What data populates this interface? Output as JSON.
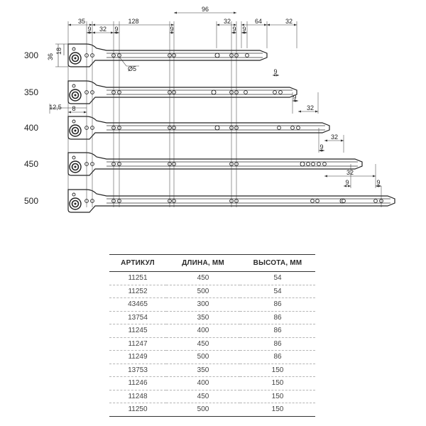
{
  "drawing": {
    "rail_lengths": [
      "300",
      "350",
      "400",
      "450",
      "500"
    ],
    "dimensions": {
      "top_35": "35",
      "top_128": "128",
      "top_96": "96",
      "top_32_a": "32",
      "top_64": "64",
      "top_32_b": "32",
      "top_9_a": "9",
      "top_32_c": "32",
      "top_9_b": "9",
      "top_9_c": "9",
      "top_9_d": "9",
      "top_9_e": "9",
      "left_36": "36",
      "left_18": "18",
      "hole_diameter": "Ø5",
      "left_8": "8",
      "left_12_5": "12,5",
      "r300_9": "9",
      "r350_9": "9",
      "r350_32": "32",
      "r400_9": "9",
      "r400_32": "32",
      "r450_9": "9",
      "r450_32": "32",
      "r500_9": "9"
    }
  },
  "table": {
    "headers": [
      "АРТИКУЛ",
      "ДЛИНА, ММ",
      "ВЫСОТА, ММ"
    ],
    "rows": [
      [
        "11251",
        "450",
        "54"
      ],
      [
        "11252",
        "500",
        "54"
      ],
      [
        "43465",
        "300",
        "86"
      ],
      [
        "13754",
        "350",
        "86"
      ],
      [
        "11245",
        "400",
        "86"
      ],
      [
        "11247",
        "450",
        "86"
      ],
      [
        "11249",
        "500",
        "86"
      ],
      [
        "13753",
        "350",
        "150"
      ],
      [
        "11246",
        "400",
        "150"
      ],
      [
        "11248",
        "450",
        "150"
      ],
      [
        "11250",
        "500",
        "150"
      ]
    ]
  }
}
